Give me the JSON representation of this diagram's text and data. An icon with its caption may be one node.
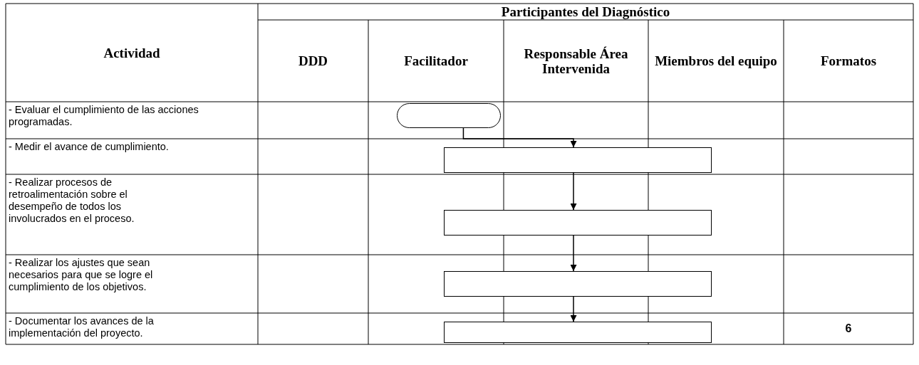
{
  "diagram": {
    "nodes": [
      {
        "text": [],
        "shape": "oval"
      },
      {
        "text": [],
        "shape": "box"
      },
      {
        "text": [],
        "shape": "box"
      },
      {
        "text": [],
        "shape": "box"
      },
      {
        "text": [],
        "shape": "box"
      }
    ],
    "edges": [
      {
        "from": 0,
        "to": 1,
        "arrow": "to"
      },
      {
        "from": 1,
        "to": 2,
        "arrow": "to"
      },
      {
        "from": 2,
        "to": 3,
        "arrow": "to"
      },
      {
        "from": 3,
        "to": 4,
        "arrow": "to"
      }
    ],
    "labels": [
      "Actividad",
      "Participantes del Diagnóstico",
      "DDD",
      "Facilitador",
      "Responsable Área Intervenida",
      "Miembros del equipo",
      "Formatos",
      "- Evaluar el cumplimiento de las acciones programadas.",
      "- Medir el avance de cumplimiento.",
      "- Realizar procesos de retroalimentación sobre el desempeño de todos los involucrados en el proceso.",
      "- Realizar los ajustes que sean necesarios para que se logre el cumplimiento de los objetivos.",
      "- Documentar los avances de la implementación del proyecto.",
      "6"
    ]
  }
}
